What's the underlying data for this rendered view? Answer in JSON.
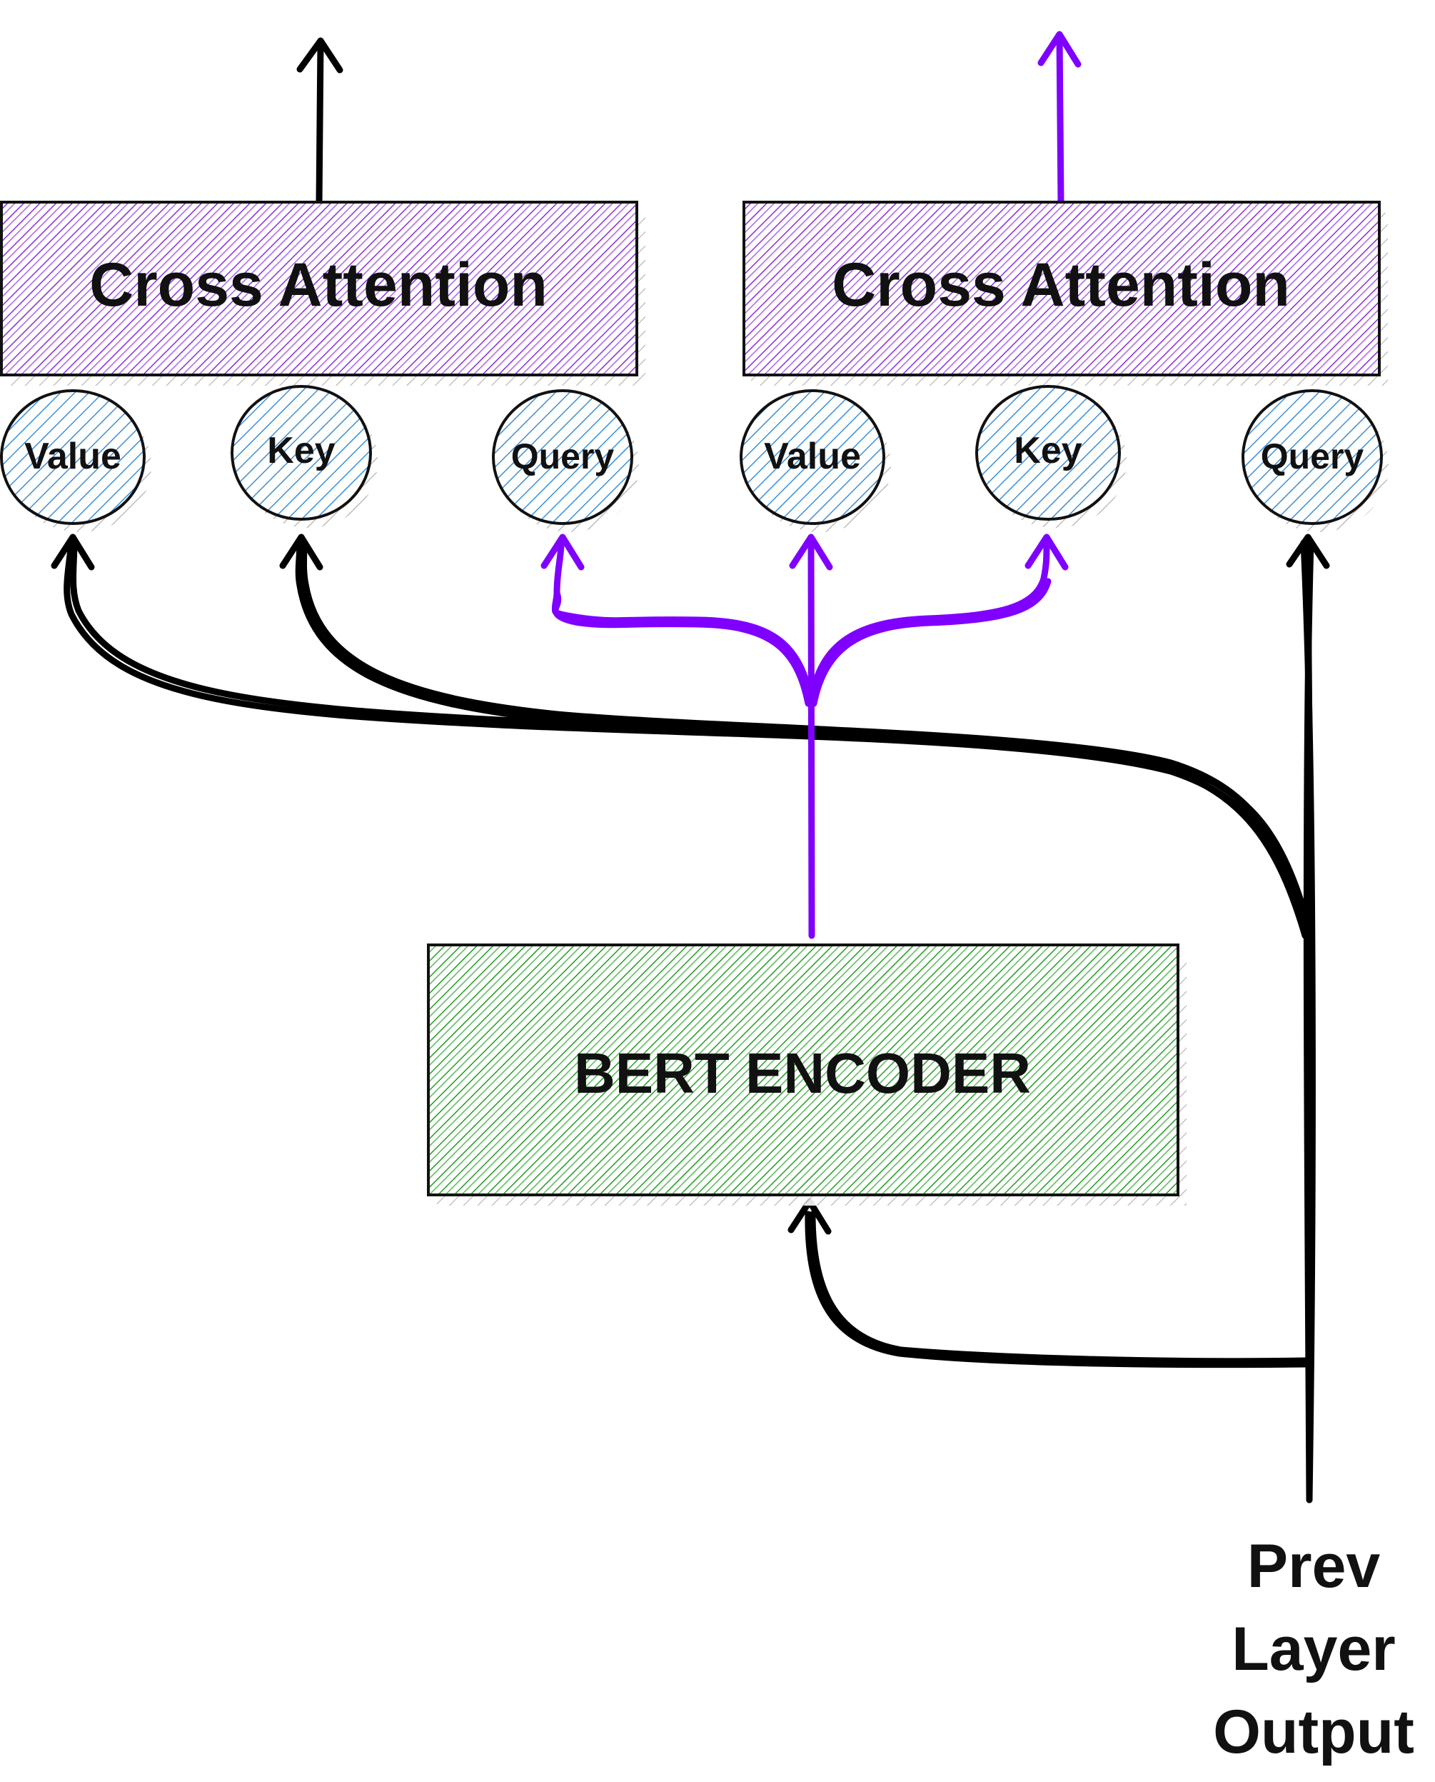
{
  "diagram": {
    "blocks": {
      "cross_attention_left": "Cross Attention",
      "cross_attention_right": "Cross Attention",
      "bert_encoder": "BERT ENCODER"
    },
    "inputs_left": {
      "value": "Value",
      "key": "Key",
      "query": "Query"
    },
    "inputs_right": {
      "value": "Value",
      "key": "Key",
      "query": "Query"
    },
    "source": {
      "line1": "Prev",
      "line2": "Layer",
      "line3": "Output"
    }
  },
  "colors": {
    "attention_fill": "#8a2be2",
    "encoder_fill": "#1f9e1f",
    "node_fill": "#3a8fd9",
    "purple_arrow": "#7f00ff",
    "black_arrow": "#000000",
    "shadow": "#c8c8c8"
  }
}
